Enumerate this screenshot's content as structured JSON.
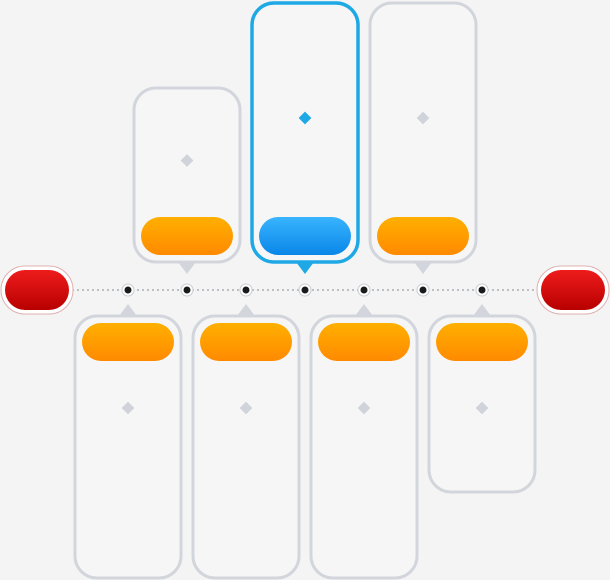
{
  "colors": {
    "background": "#f4f4f4",
    "card_border": "#d2d6dc",
    "card_fill": "#f6f6f6",
    "highlight": "#1fa8e6",
    "orange_top": "#ffb000",
    "orange_bottom": "#ff8a00",
    "blue_top": "#38b4ff",
    "blue_bottom": "#0a86e8",
    "red_top": "#ee1c1c",
    "red_bottom": "#b80000",
    "timeline": "#a9aeb4",
    "node": "#1a1a1a"
  },
  "timeline": {
    "start_cap_icon": "pill-cap",
    "end_cap_icon": "pill-cap",
    "node_count": 7
  },
  "cards": [
    {
      "id": 1,
      "position": "below",
      "style": "orange",
      "highlighted": false,
      "marker_icon": "diamond-icon"
    },
    {
      "id": 2,
      "position": "above",
      "style": "orange",
      "highlighted": false,
      "marker_icon": "diamond-icon"
    },
    {
      "id": 3,
      "position": "below",
      "style": "orange",
      "highlighted": false,
      "marker_icon": "diamond-icon"
    },
    {
      "id": 4,
      "position": "above",
      "style": "blue",
      "highlighted": true,
      "marker_icon": "diamond-icon"
    },
    {
      "id": 5,
      "position": "below",
      "style": "orange",
      "highlighted": false,
      "marker_icon": "diamond-icon"
    },
    {
      "id": 6,
      "position": "above",
      "style": "orange",
      "highlighted": false,
      "marker_icon": "diamond-icon"
    },
    {
      "id": 7,
      "position": "below",
      "style": "orange",
      "highlighted": false,
      "marker_icon": "diamond-icon"
    }
  ]
}
